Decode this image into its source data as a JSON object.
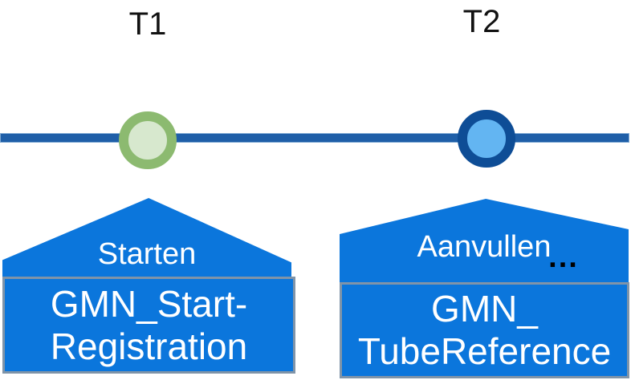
{
  "diagram": {
    "type": "timeline",
    "milestones": [
      {
        "label": "T1",
        "title": "Starten",
        "body_line1": "GMN_Start-",
        "body_line2": "Registration",
        "marker_fill": "#D7E8CE",
        "marker_border": "#8CBA70"
      },
      {
        "label": "T2",
        "title": "Aanvullen",
        "ellipsis": "...",
        "body_line1": "GMN_",
        "body_line2": "TubeReference",
        "marker_fill": "#63B5F2",
        "marker_border": "#0E4D96"
      }
    ],
    "colors": {
      "background": "#FFFFFF",
      "timeline_line": "#1F5FA8",
      "timeline_edge": "#7FA9D4",
      "callout_fill": "#0B76DC",
      "callout_border": "#8094A8",
      "callout_text": "#FFFFFF",
      "label_text": "#111111",
      "ellipsis_text": "#000000"
    }
  },
  "milestones": [
    {
      "label": "T1",
      "title": "Starten",
      "body_line1": "GMN_Start-",
      "body_line2": "Registration"
    },
    {
      "label": "T2",
      "title": "Aanvullen",
      "ellipsis": "...",
      "body_line1": "GMN_",
      "body_line2": "TubeReference"
    }
  ]
}
